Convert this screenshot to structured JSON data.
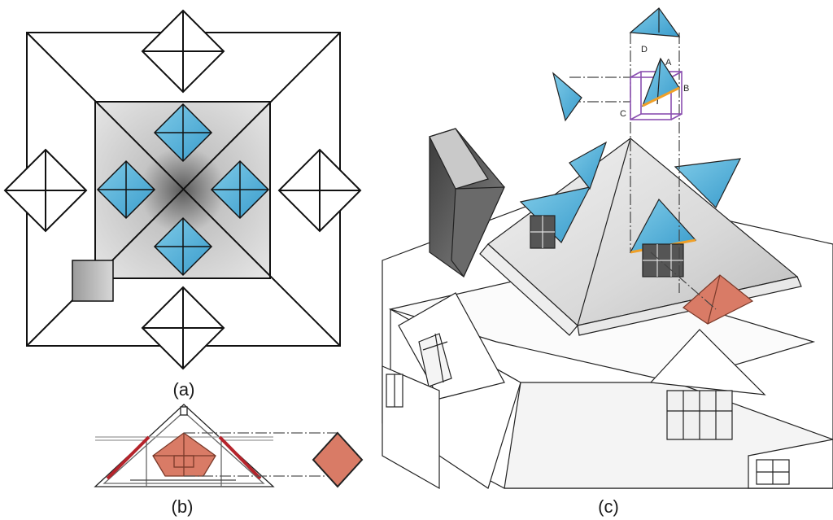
{
  "captions": {
    "a": "(a)",
    "b": "(b)",
    "c": "(c)"
  },
  "point_labels": {
    "A": "A",
    "B": "B",
    "C": "C",
    "D": "D"
  },
  "colors": {
    "dormer_blue": "#5fb6d9",
    "dormer_blue_dark": "#2f8fbf",
    "intersection_red": "#d97b66",
    "highlight_red": "#b5232b",
    "edge_orange": "#f0a028",
    "box_purple": "#8a4fb0",
    "roof_gray": "#c8c8c8",
    "line": "#111111"
  }
}
